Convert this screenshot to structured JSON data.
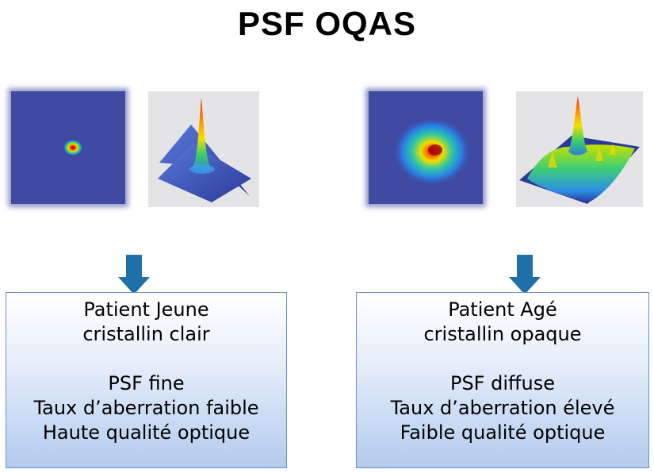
{
  "title": "PSF OQAS",
  "colors": {
    "psf_background": "#3f4aa0",
    "arrow": "#1f6fa8",
    "box_border": "#6b8fc4",
    "box_gradient_bottom": "#b3cbee"
  },
  "panels": [
    {
      "patient": "Patient Jeune",
      "lens": "cristallin clair",
      "psf": "PSF fine",
      "aberration": "Taux d’aberration faible",
      "quality": "Haute qualité optique"
    },
    {
      "patient": "Patient Agé",
      "lens": "cristallin opaque",
      "psf": "PSF diffuse",
      "aberration": "Taux d’aberration élevé",
      "quality": "Faible qualité optique"
    }
  ]
}
